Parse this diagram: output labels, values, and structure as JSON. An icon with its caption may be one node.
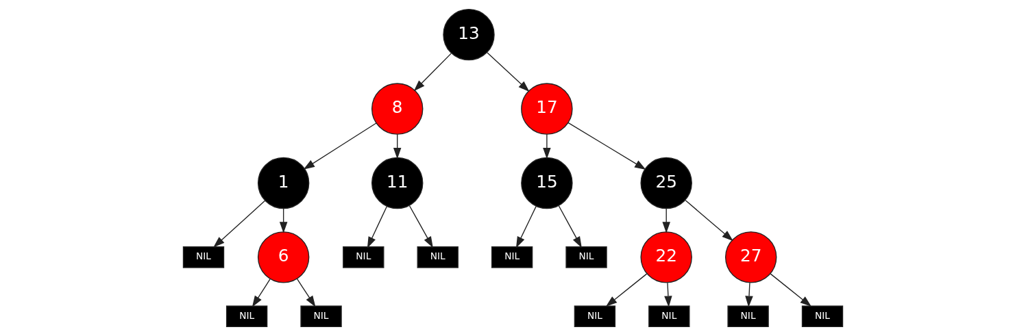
{
  "diagram": {
    "nodes": [
      {
        "text": [
          "13"
        ]
      },
      {
        "text": [
          "8"
        ]
      },
      {
        "text": [
          "17"
        ]
      },
      {
        "text": [
          "1"
        ]
      },
      {
        "text": [
          "11"
        ]
      },
      {
        "text": [
          "15"
        ]
      },
      {
        "text": [
          "25"
        ]
      },
      {
        "text": [
          "NIL"
        ]
      },
      {
        "text": [
          "6"
        ]
      },
      {
        "text": [
          "NIL"
        ]
      },
      {
        "text": [
          "NIL"
        ]
      },
      {
        "text": [
          "NIL"
        ]
      },
      {
        "text": [
          "NIL"
        ]
      },
      {
        "text": [
          "22"
        ]
      },
      {
        "text": [
          "27"
        ]
      },
      {
        "text": [
          "NIL"
        ]
      },
      {
        "text": [
          "NIL"
        ]
      },
      {
        "text": [
          "NIL"
        ]
      },
      {
        "text": [
          "NIL"
        ]
      },
      {
        "text": [
          "NIL"
        ]
      },
      {
        "text": [
          "NIL"
        ]
      }
    ],
    "edges": [
      {
        "from": 0,
        "to": 1,
        "arrow": "to"
      },
      {
        "from": 0,
        "to": 2,
        "arrow": "to"
      },
      {
        "from": 1,
        "to": 3,
        "arrow": "to"
      },
      {
        "from": 1,
        "to": 4,
        "arrow": "to"
      },
      {
        "from": 2,
        "to": 5,
        "arrow": "to"
      },
      {
        "from": 2,
        "to": 6,
        "arrow": "to"
      },
      {
        "from": 3,
        "to": 7,
        "arrow": "to"
      },
      {
        "from": 3,
        "to": 8,
        "arrow": "to"
      },
      {
        "from": 4,
        "to": 9,
        "arrow": "to"
      },
      {
        "from": 4,
        "to": 10,
        "arrow": "to"
      },
      {
        "from": 5,
        "to": 11,
        "arrow": "to"
      },
      {
        "from": 5,
        "to": 12,
        "arrow": "to"
      },
      {
        "from": 6,
        "to": 13,
        "arrow": "to"
      },
      {
        "from": 6,
        "to": 14,
        "arrow": "to"
      },
      {
        "from": 8,
        "to": 15,
        "arrow": "to"
      },
      {
        "from": 8,
        "to": 16,
        "arrow": "to"
      },
      {
        "from": 13,
        "to": 17,
        "arrow": "to"
      },
      {
        "from": 13,
        "to": 18,
        "arrow": "to"
      },
      {
        "from": 14,
        "to": 19,
        "arrow": "to"
      },
      {
        "from": 14,
        "to": 20,
        "arrow": "to"
      }
    ]
  }
}
